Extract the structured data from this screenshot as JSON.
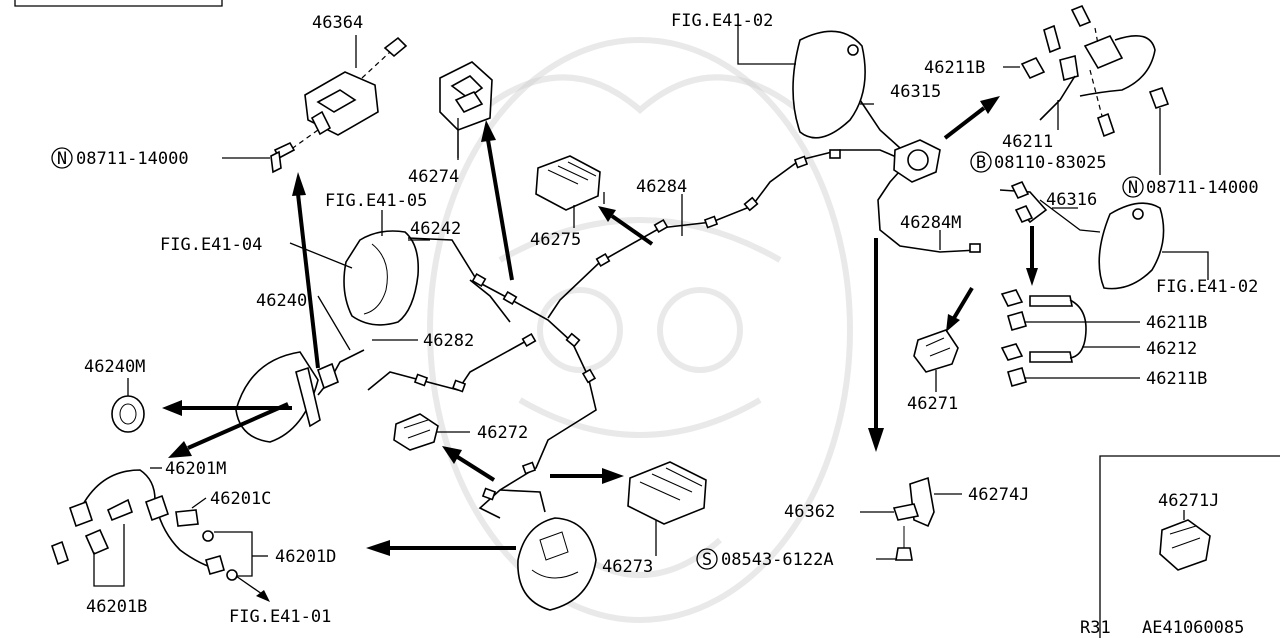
{
  "labels": {
    "p46364": "46364",
    "p08711_left": "08711-14000",
    "p46274": "46274",
    "fig4105": "FIG.E41-05",
    "p46242": "46242",
    "fig4104": "FIG.E41-04",
    "p46240": "46240",
    "p46282": "46282",
    "p46240M": "46240M",
    "p46272": "46272",
    "p46201M": "46201M",
    "p46201C": "46201C",
    "p46201D": "46201D",
    "p46201B": "46201B",
    "fig4101": "FIG.E41-01",
    "p46273": "46273",
    "p46275": "46275",
    "p46284": "46284",
    "fig4102_top": "FIG.E41-02",
    "p46315": "46315",
    "p46211B_top": "46211B",
    "p46211": "46211",
    "p08110": "08110-83025",
    "p08711_right": "08711-14000",
    "p46316": "46316",
    "p46284M": "46284M",
    "fig4102_right": "FIG.E41-02",
    "p46211B_a": "46211B",
    "p46212": "46212",
    "p46211B_b": "46211B",
    "p46271": "46271",
    "p46362": "46362",
    "p46274J": "46274J",
    "p08543": "08543-6122A",
    "p46271J": "46271J",
    "model": "R31",
    "diagram_code": "AE41060085"
  },
  "markers": {
    "N_left": "N",
    "B": "B",
    "N_right": "N",
    "S": "S"
  }
}
